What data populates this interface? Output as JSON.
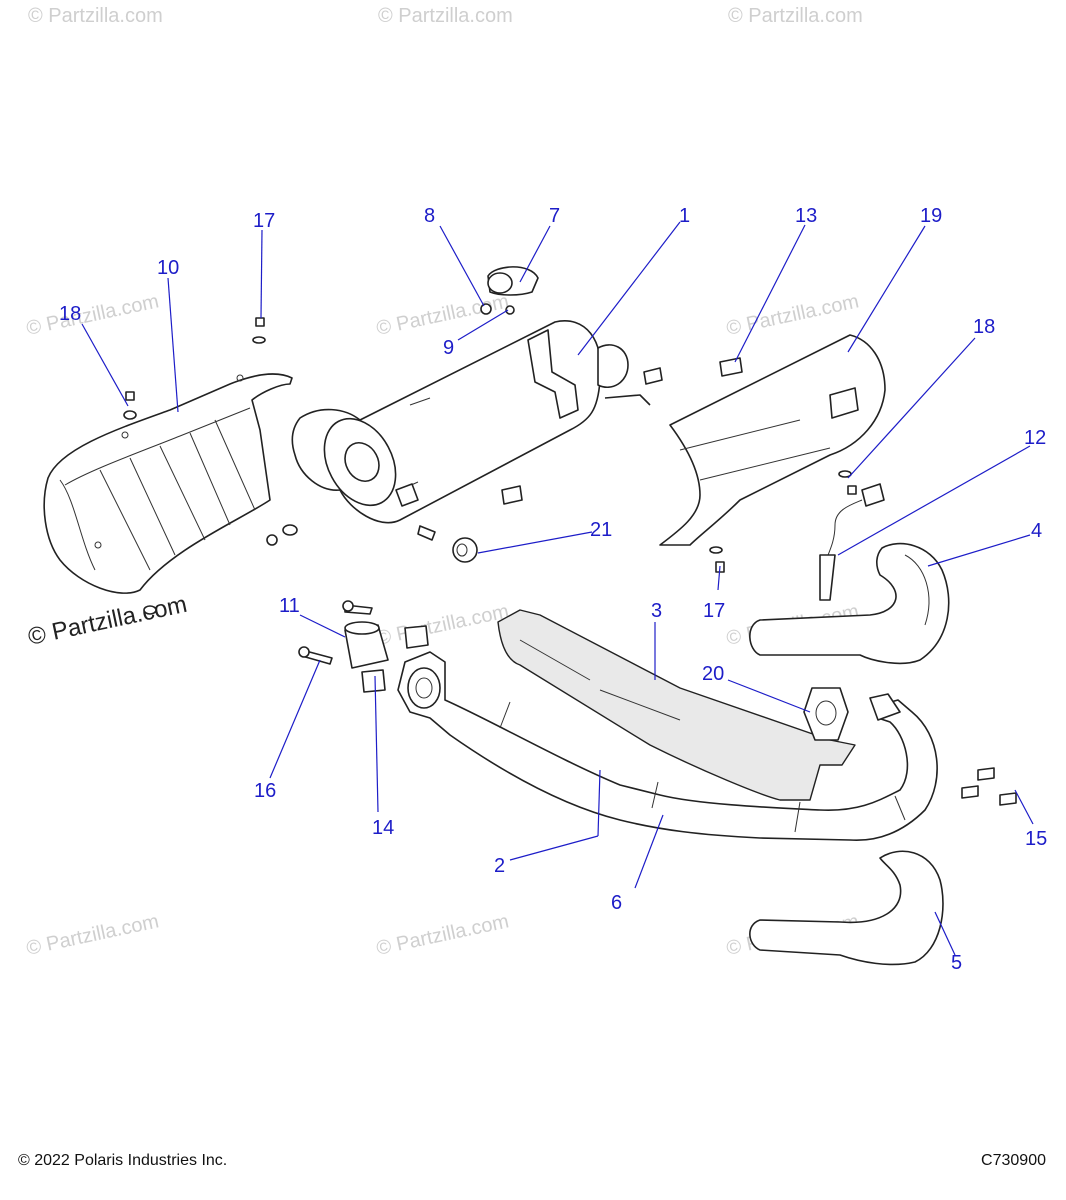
{
  "watermark": {
    "text": "© Partzilla.com"
  },
  "callouts": {
    "c1": "1",
    "c2": "2",
    "c3": "3",
    "c4": "4",
    "c5": "5",
    "c6": "6",
    "c7": "7",
    "c8": "8",
    "c9": "9",
    "c10": "10",
    "c11": "11",
    "c12": "12",
    "c13": "13",
    "c14": "14",
    "c15": "15",
    "c16": "16",
    "c17a": "17",
    "c17b": "17",
    "c18a": "18",
    "c18b": "18",
    "c19": "19",
    "c20": "20",
    "c21": "21"
  },
  "footer": {
    "copyright": "© 2022 Polaris Industries Inc.",
    "code": "C730900"
  },
  "colors": {
    "callout": "#1d1dc8",
    "line_art": "#222222",
    "watermark": "#cfcfcf"
  }
}
